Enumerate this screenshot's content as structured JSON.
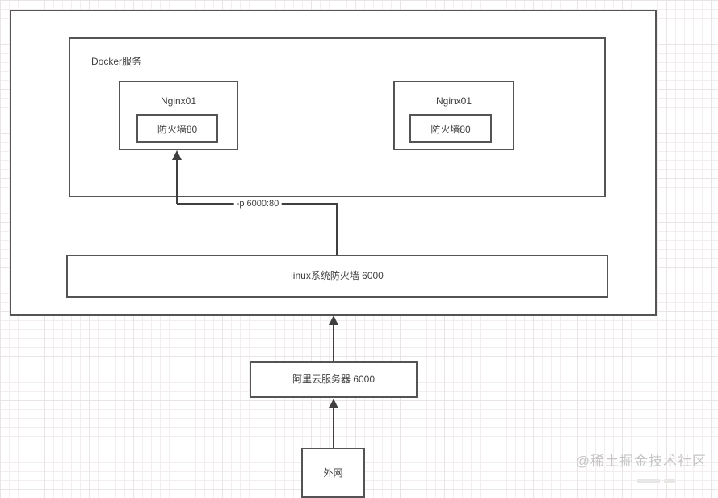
{
  "diagram": {
    "docker_group_label": "Docker服务",
    "nginx1": {
      "title": "Nginx01",
      "firewall": "防火墙80"
    },
    "nginx2": {
      "title": "Nginx01",
      "firewall": "防火墙80"
    },
    "linux_firewall_label": "linux系统防火墙 6000",
    "aliyun_server_label": "阿里云服务器 6000",
    "extranet_label": "外网",
    "port_mapping_label": "-p 6000:80"
  },
  "watermark": "@稀土掘金技术社区",
  "colors": {
    "box_border": "#545454",
    "arrow": "#3f3f3f",
    "text": "#3f3f3f",
    "watermark_text": "#c5c5c5",
    "grid_line": "#f3eded"
  }
}
